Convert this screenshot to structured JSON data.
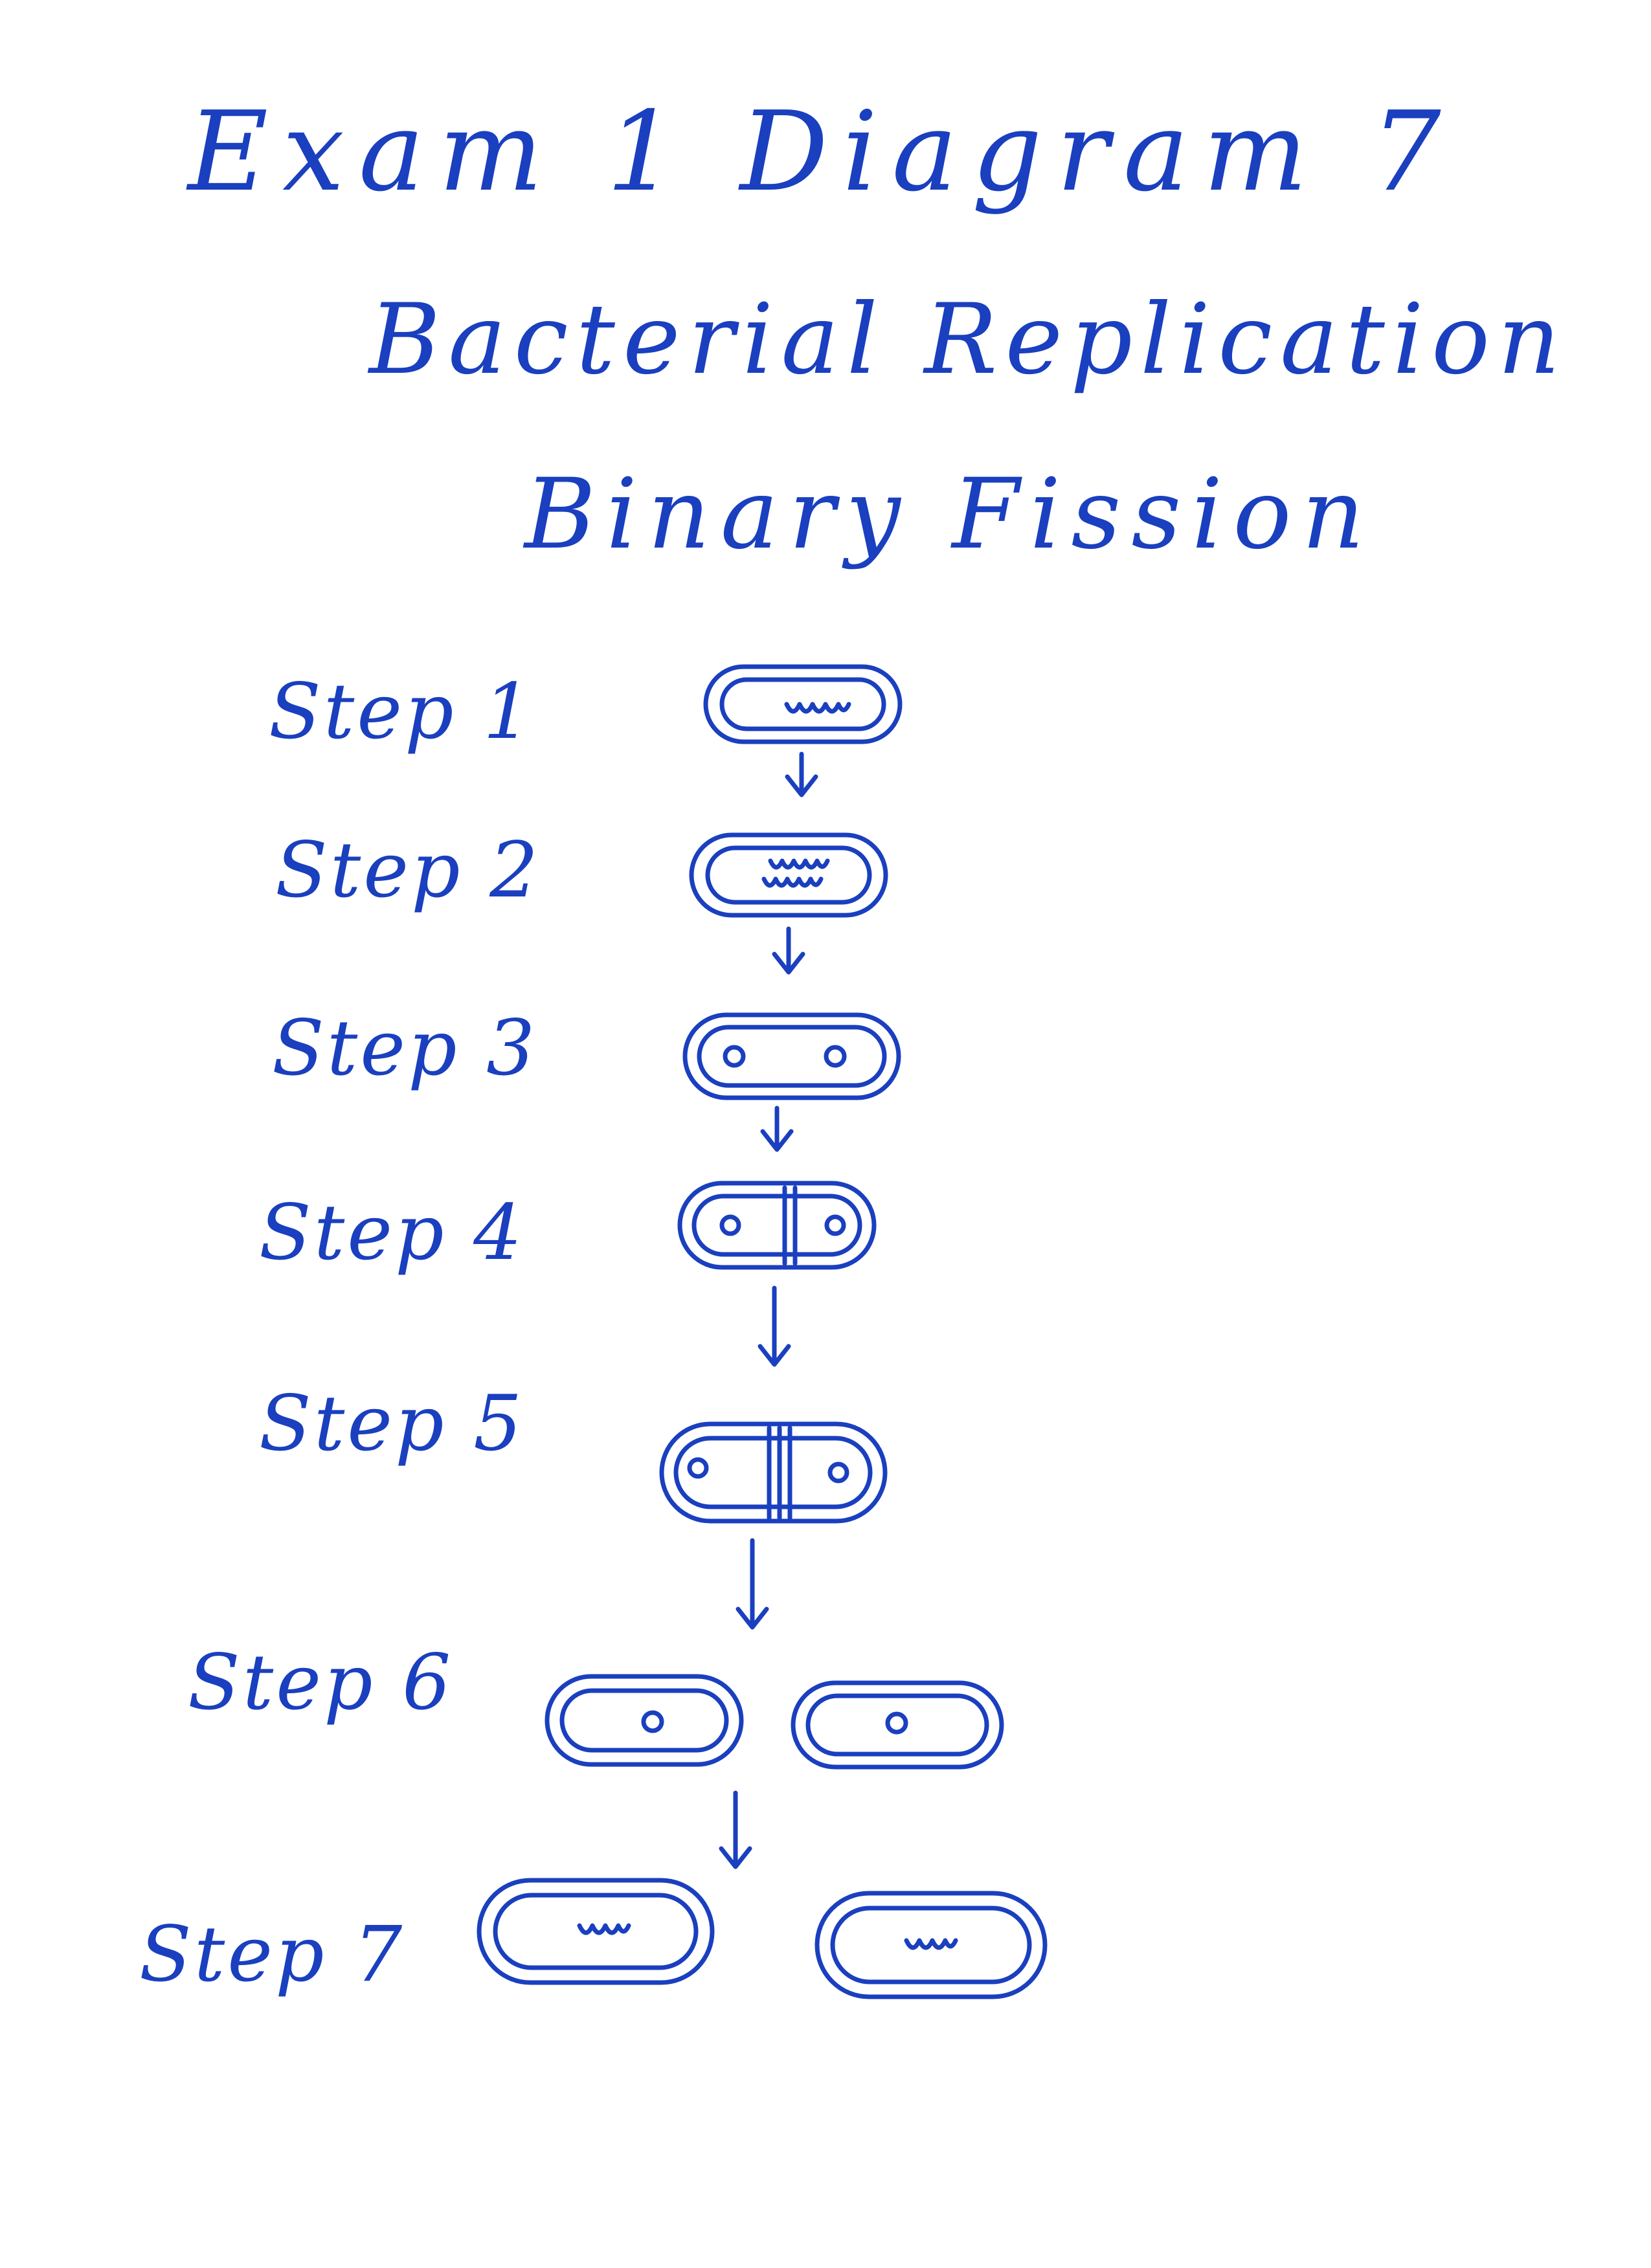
{
  "title": {
    "line1": "Exam 1   Diagram  7",
    "line2": "Bacterial  Replication",
    "line3": "Binary  Fission"
  },
  "steps": [
    {
      "label": "Step 1"
    },
    {
      "label": "Step 2"
    },
    {
      "label": "Step 3"
    },
    {
      "label": "Step 4"
    },
    {
      "label": "Step 5"
    },
    {
      "label": "Step 6"
    },
    {
      "label": "Step 7"
    }
  ],
  "colors": {
    "ink": "#1a3fbf",
    "paper": "#ffffff"
  }
}
